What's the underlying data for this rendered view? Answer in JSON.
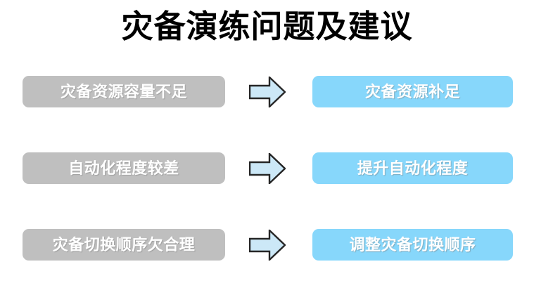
{
  "slide": {
    "title": "灾备演练问题及建议",
    "background_color": "#ffffff",
    "title_color": "#000000"
  },
  "theme": {
    "problem_box_color": "#bfbfbf",
    "suggestion_box_color": "#87d7fb",
    "box_text_color": "#ffffff",
    "arrow_fill_color": "#cce8f7",
    "arrow_outline_color": "#262626"
  },
  "rows": [
    {
      "problem": "灾备资源容量不足",
      "arrow_icon": "arrow-right-icon",
      "suggestion": "灾备资源补足"
    },
    {
      "problem": "自动化程度较差",
      "arrow_icon": "arrow-right-icon",
      "suggestion": "提升自动化程度"
    },
    {
      "problem": "灾备切换顺序欠合理",
      "arrow_icon": "arrow-right-icon",
      "suggestion": "调整灾备切换顺序"
    }
  ]
}
